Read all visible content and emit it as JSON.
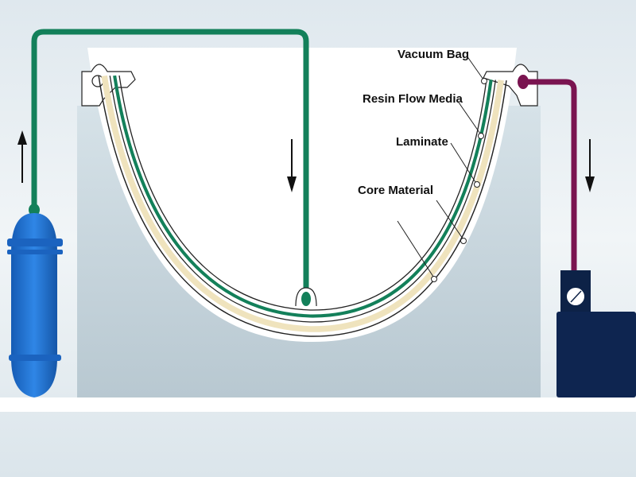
{
  "title": "Vacuum infusion process",
  "labels": {
    "vacuum_bag": "Vacuum Bag",
    "resin_flow_media": "Resin Flow Media",
    "laminate": "Laminate",
    "core_material": "Core Material"
  },
  "colors": {
    "background": "#e9eff3",
    "mold": "#c3d2da",
    "resin_line": "#13805a",
    "vacuum_line": "#7a1450",
    "laminate": "#efe3bd",
    "resin_tank": "#1d6fd0",
    "vacuum_pump": "#0d2247"
  },
  "icons": [
    "arrow-up-icon",
    "arrow-down-icon",
    "arrow-down-icon"
  ]
}
